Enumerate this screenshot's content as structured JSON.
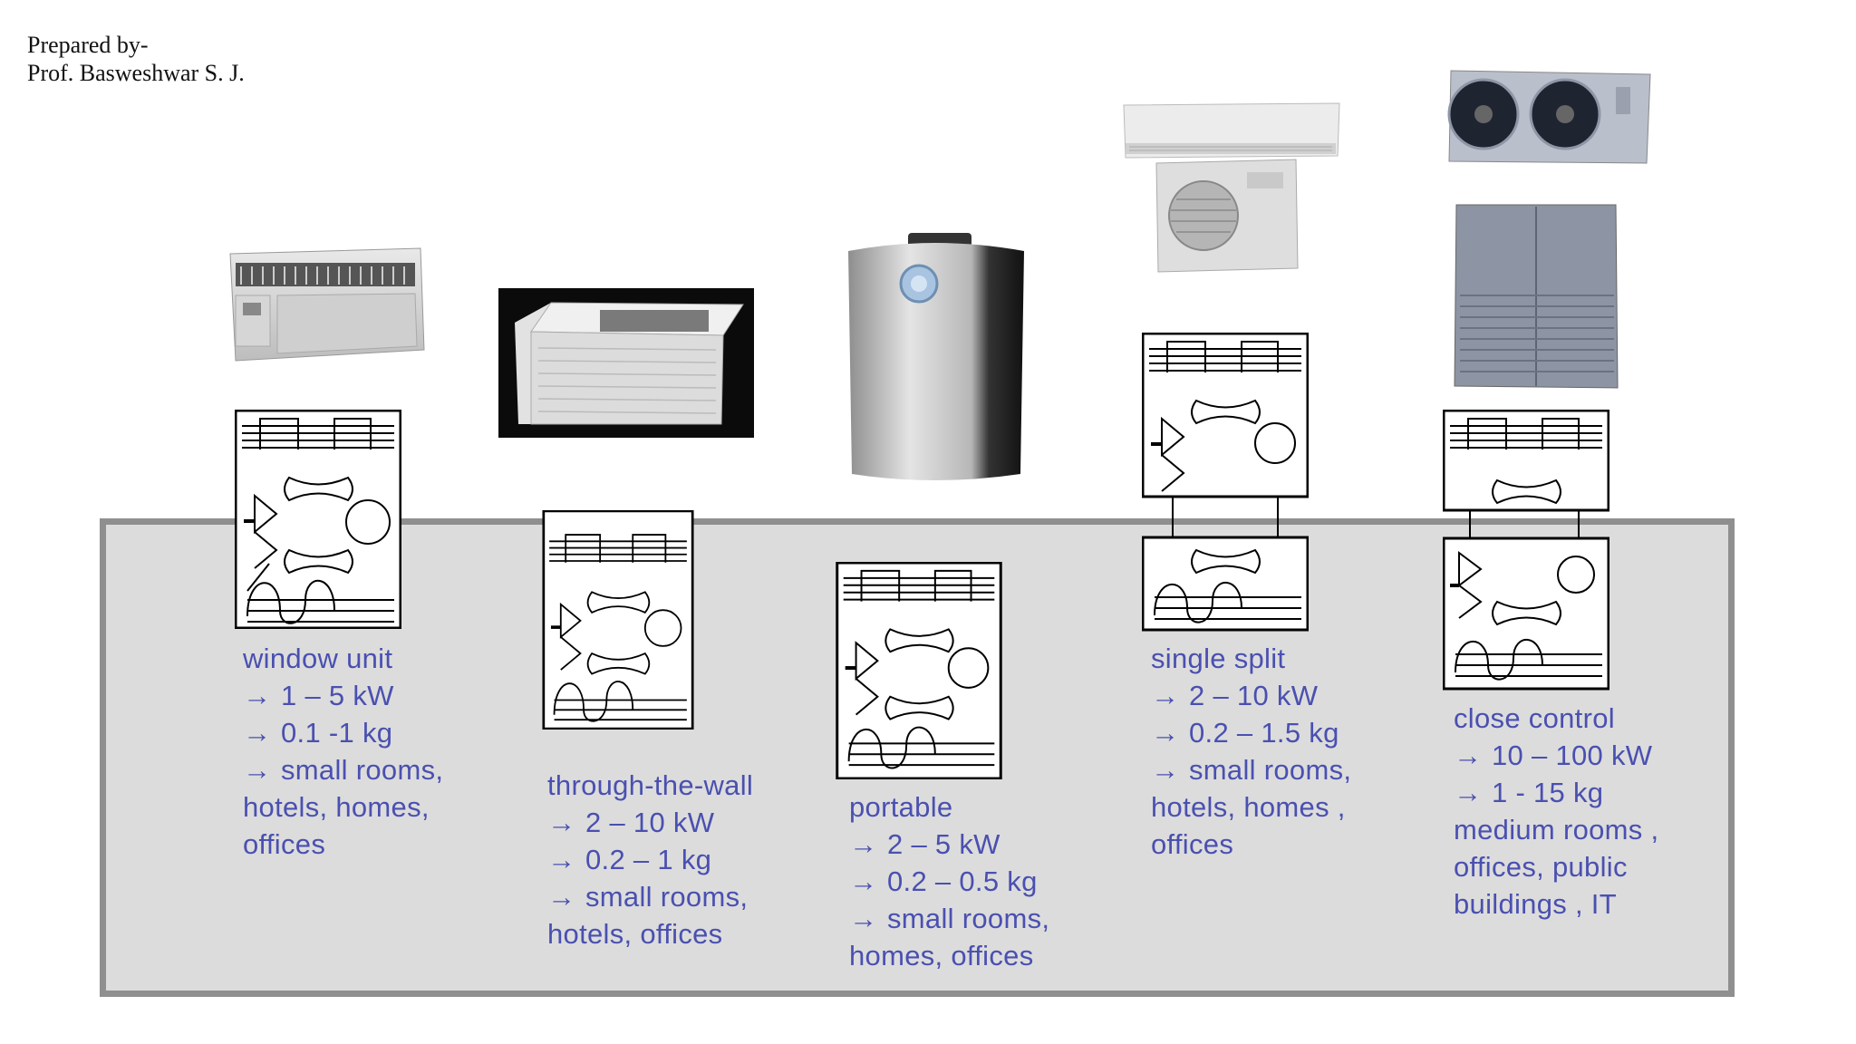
{
  "credit": {
    "line1": "Prepared by-",
    "line2": "Prof. Basweshwar S. J."
  },
  "units": [
    {
      "name": "window unit",
      "specs": [
        "1 – 5 kW",
        "0.1 -1 kg",
        "small rooms,"
      ],
      "extra": [
        "hotels, homes,",
        "offices"
      ]
    },
    {
      "name": "through-the-wall",
      "specs": [
        "2 – 10 kW",
        "0.2 – 1 kg",
        "small rooms,"
      ],
      "extra": [
        "hotels, offices"
      ]
    },
    {
      "name": "portable",
      "specs": [
        "2 – 5 kW",
        "0.2 – 0.5 kg",
        "small rooms,"
      ],
      "extra": [
        "homes, offices"
      ]
    },
    {
      "name": "single split",
      "specs": [
        "2 – 10 kW",
        "0.2 – 1.5 kg",
        "small rooms,"
      ],
      "extra": [
        "hotels, homes ,",
        "offices"
      ]
    },
    {
      "name": "close control",
      "specs": [
        "10 – 100 kW",
        "1 - 15 kg"
      ],
      "extra": [
        "medium rooms ,",
        "offices, public",
        "buildings , IT"
      ]
    }
  ],
  "icons": {
    "arrow": "right-arrow-icon",
    "window_unit": "window-ac-unit-image",
    "wall_unit": "through-wall-ac-unit-image",
    "portable_unit": "portable-ac-unit-image",
    "split_unit": "split-ac-unit-image",
    "close_control_unit": "close-control-ac-unit-image"
  },
  "colors": {
    "text_blue": "#4a50b0",
    "panel_gray": "#dcdcdc",
    "panel_border": "#8f8f8f"
  }
}
